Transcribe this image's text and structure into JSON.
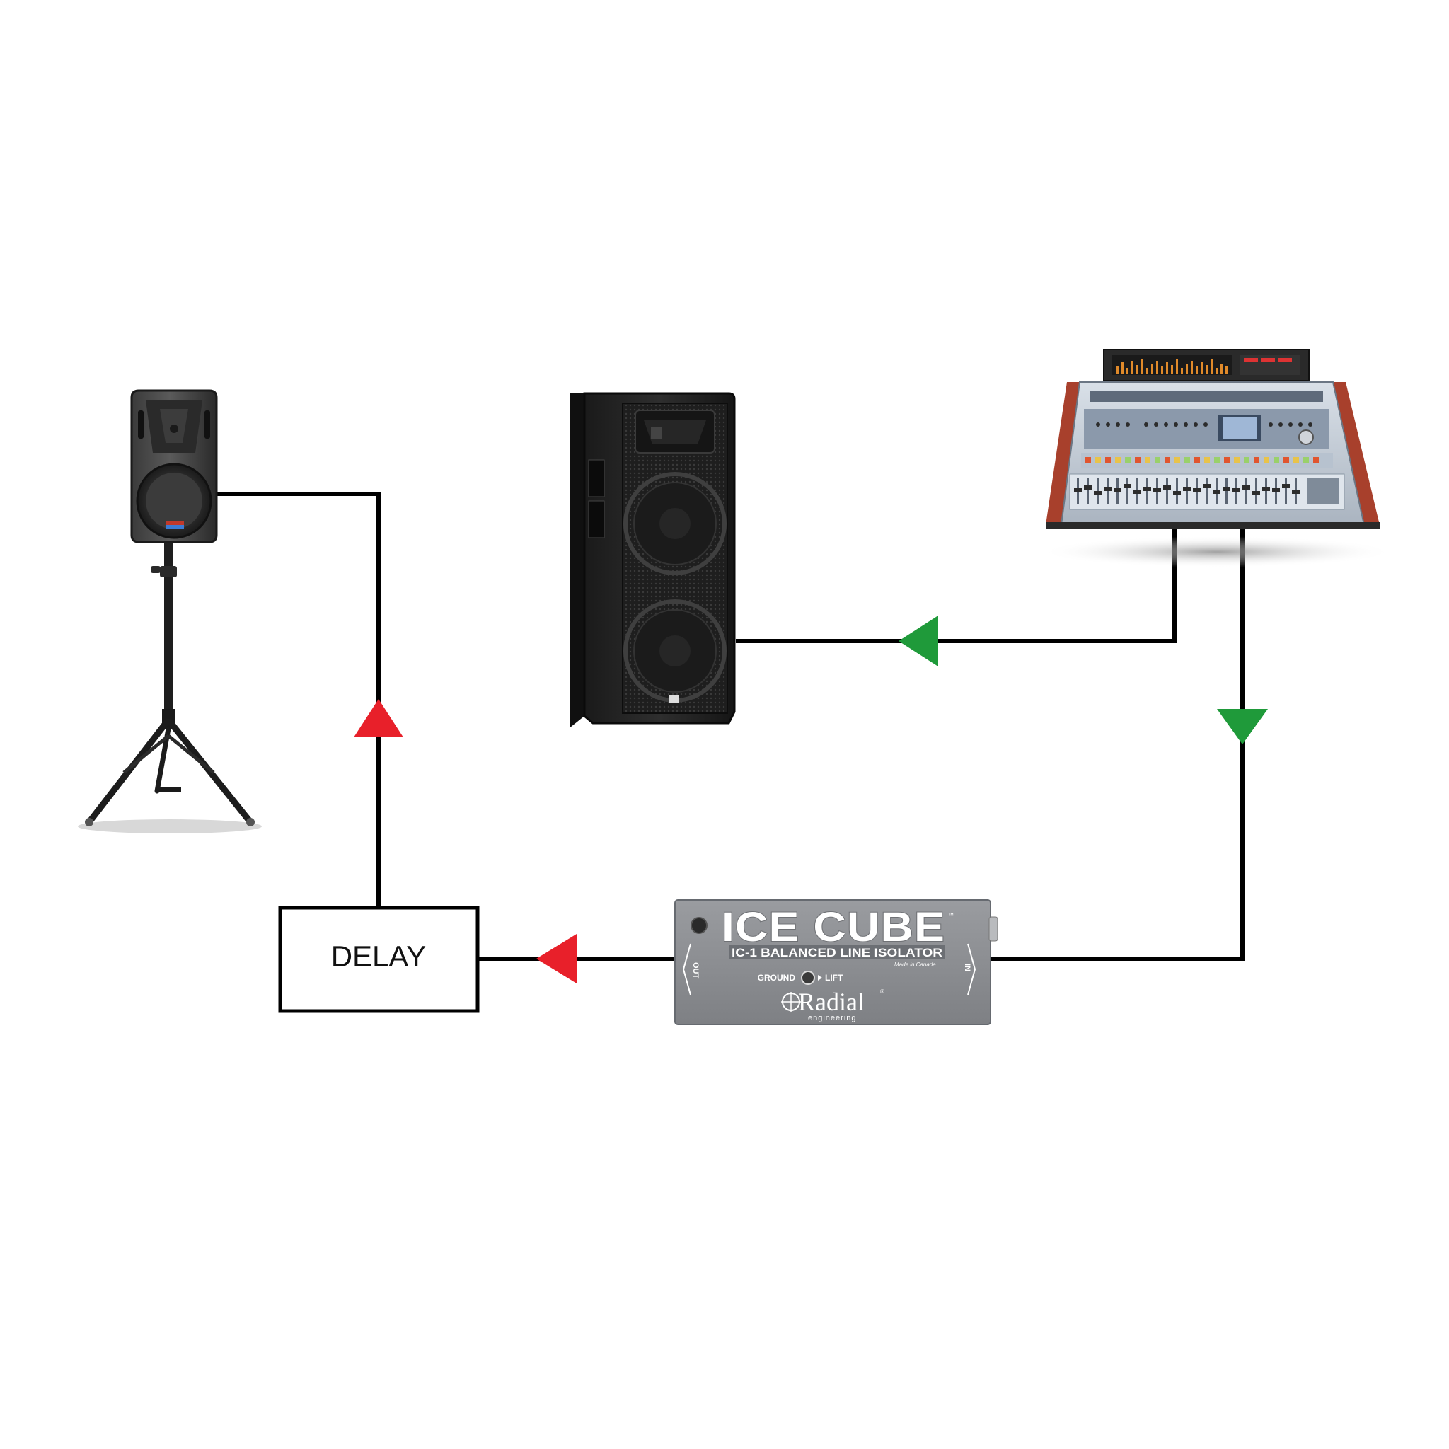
{
  "delay_box": {
    "label": "DELAY"
  },
  "isolator": {
    "brand_title": "ICE CUBE",
    "trademark": "™",
    "model_line": "IC-1 BALANCED LINE ISOLATOR",
    "made_in": "Made in Canada",
    "switch_left": "GROUND",
    "switch_right": "LIFT",
    "out_label": "OUT",
    "in_label": "IN",
    "maker": "Radial",
    "maker_mark": "®",
    "maker_sub": "engineering"
  },
  "colors": {
    "wire": "#000000",
    "arrow_green": "#1f9a3a",
    "arrow_red": "#e8202a",
    "device_gray": "#8d8f93",
    "speaker_dark": "#2b2b2b",
    "console_wood": "#a8402c",
    "console_panel": "#c4cdd8"
  },
  "icons": [
    "powered-speaker-on-stand-icon",
    "two-way-pa-cabinet-icon",
    "mixing-console-icon",
    "balanced-line-isolator-icon",
    "signal-direction-arrow-icon"
  ]
}
